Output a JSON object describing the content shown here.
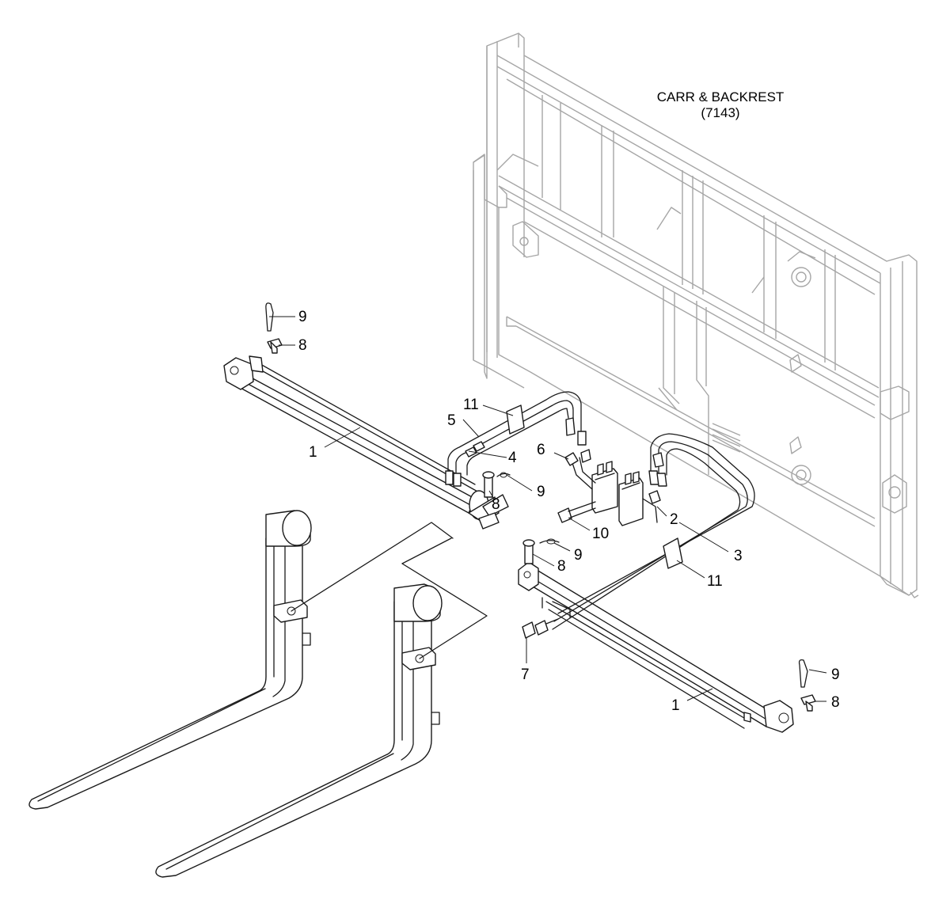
{
  "assembly_label": {
    "line1": "CARR & BACKREST",
    "line2": "(7143)"
  },
  "callouts": {
    "c1a": "1",
    "c1b": "1",
    "c2": "2",
    "c3": "3",
    "c4": "4",
    "c5": "5",
    "c6": "6",
    "c7": "7",
    "c8a": "8",
    "c8b": "8",
    "c8c": "8",
    "c8d": "8",
    "c9a": "9",
    "c9b": "9",
    "c9c": "9",
    "c9d": "9",
    "c10": "10",
    "c11a": "11",
    "c11b": "11"
  }
}
